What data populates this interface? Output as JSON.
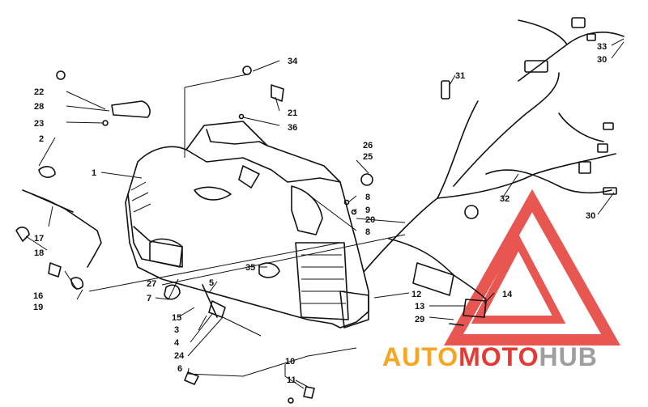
{
  "callouts": [
    {
      "id": "c1",
      "text": "1"
    },
    {
      "id": "c2",
      "text": "2"
    },
    {
      "id": "c3",
      "text": "3"
    },
    {
      "id": "c4",
      "text": "4"
    },
    {
      "id": "c5",
      "text": "5"
    },
    {
      "id": "c6",
      "text": "6"
    },
    {
      "id": "c7",
      "text": "7"
    },
    {
      "id": "c8a",
      "text": "8"
    },
    {
      "id": "c8b",
      "text": "8"
    },
    {
      "id": "c9",
      "text": "9"
    },
    {
      "id": "c10",
      "text": "10"
    },
    {
      "id": "c11",
      "text": "11"
    },
    {
      "id": "c12",
      "text": "12"
    },
    {
      "id": "c13",
      "text": "13"
    },
    {
      "id": "c14",
      "text": "14"
    },
    {
      "id": "c15",
      "text": "15"
    },
    {
      "id": "c16",
      "text": "16"
    },
    {
      "id": "c17",
      "text": "17"
    },
    {
      "id": "c18",
      "text": "18"
    },
    {
      "id": "c19",
      "text": "19"
    },
    {
      "id": "c20",
      "text": "20"
    },
    {
      "id": "c21",
      "text": "21"
    },
    {
      "id": "c22",
      "text": "22"
    },
    {
      "id": "c23",
      "text": "23"
    },
    {
      "id": "c24",
      "text": "24"
    },
    {
      "id": "c25",
      "text": "25"
    },
    {
      "id": "c26",
      "text": "26"
    },
    {
      "id": "c27",
      "text": "27"
    },
    {
      "id": "c28",
      "text": "28"
    },
    {
      "id": "c29",
      "text": "29"
    },
    {
      "id": "c30a",
      "text": "30"
    },
    {
      "id": "c30b",
      "text": "30"
    },
    {
      "id": "c31",
      "text": "31"
    },
    {
      "id": "c32",
      "text": "32"
    },
    {
      "id": "c33",
      "text": "33"
    },
    {
      "id": "c34",
      "text": "34"
    },
    {
      "id": "c35",
      "text": "35"
    },
    {
      "id": "c36",
      "text": "36"
    }
  ],
  "watermark": {
    "part1": "AUTO",
    "part2": "MOTO",
    "part3": "HUB",
    "color_orange": "#f5a623",
    "color_red": "#e53935",
    "color_gray": "#9e9e9e"
  }
}
